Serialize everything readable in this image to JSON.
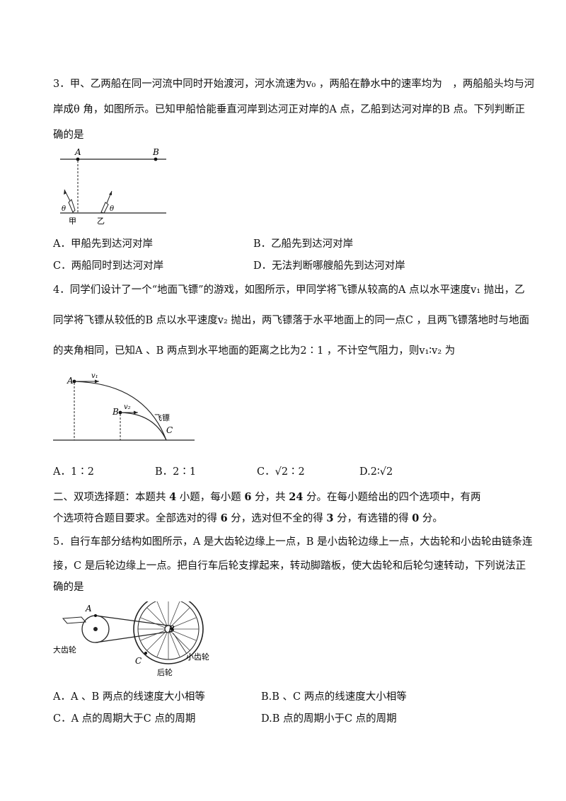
{
  "q3": {
    "line1": "3．甲、乙两船在同一河流中同时开始渡河，河水流速为v₀ ，两船在静水中的速率均为　，两船船头均与河",
    "line2": "岸成θ 角，如图所示。已知甲船恰能垂直河岸到达河正对岸的A 点，乙船到达河对岸的B 点。下列判断正",
    "line3": "确的是",
    "figure": {
      "label_a": "A",
      "label_b": "B",
      "label_theta": "θ",
      "label_jia": "甲",
      "label_yi": "乙"
    },
    "options": {
      "a": "A．甲船先到达河对岸",
      "b": "B．乙船先到达河对岸",
      "c": "C．两船同时到达河对岸",
      "d": "D．无法判断哪艘船先到达河对岸"
    }
  },
  "q4": {
    "line1": "4．同学们设计了一个“地面飞镖”的游戏，如图所示，甲同学将飞镖从较高的A 点以水平速度v₁ 抛出，乙",
    "line2": "同学将飞镖从较低的B 点以水平速度v₂ 抛出，两飞镖落于水平地面上的同一点C ，且两飞镖落地时与地面",
    "line3": "的夹角相同，已知A 、B 两点到水平地面的距离之比为2∶1 ，不计空气阻力，则v₁∶v₂ 为",
    "figure": {
      "label_a": "A",
      "label_b": "B",
      "label_c": "C",
      "label_v1": "v₁",
      "label_v2": "v₂",
      "label_dart": "飞镖"
    },
    "options": {
      "a": "A．1∶2",
      "b": "B．2∶1",
      "c": "C．√2∶2",
      "d": "D.2∶√2"
    }
  },
  "section2": {
    "line1_pre": "二、双项选择题：本题共 ",
    "count": "4",
    "line1_mid1": " 小题，每小题 ",
    "points_each": "6",
    "line1_mid2": " 分，共 ",
    "total": "24",
    "line1_post": " 分。在每小题给出的四个选项中，有两",
    "line2_pre": "个选项符合题目要求。全部选对的得 ",
    "full_pts": "6",
    "line2_mid1": " 分，选对但不全的得 ",
    "part_pts": "3",
    "line2_mid2": " 分，有选错的得 ",
    "zero_pts": "0",
    "line2_post": " 分。"
  },
  "q5": {
    "line1": "5．自行车部分结构如图所示，A 是大齿轮边缘上一点，B 是小齿轮边缘上一点，大齿轮和小齿轮由链条连",
    "line2": "接，C 是后轮边缘上一点。把自行车后轮支撑起来，转动脚踏板，使大齿轮和后轮匀速转动，下列说法正",
    "line3": "确的是",
    "figure": {
      "label_a": "A",
      "label_b": "B",
      "label_c": "C",
      "label_big": "大齿轮",
      "label_small": "小齿轮",
      "label_rear": "后轮"
    },
    "options": {
      "a": "A．A 、B 两点的线速度大小相等",
      "b": "B.B 、C 两点的线速度大小相等",
      "c": "C．A 点的周期大于C 点的周期",
      "d": "D.B 点的周期小于C 点的周期"
    }
  }
}
